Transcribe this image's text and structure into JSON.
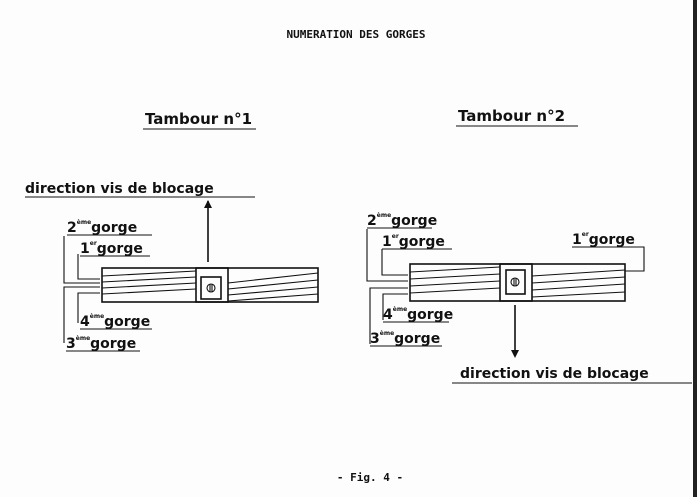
{
  "title": "NUMERATION DES GORGES",
  "figure_caption": "- Fig. 4 -",
  "drum1": {
    "title": "Tambour n°1",
    "direction_label": "direction vis de blocage",
    "grooves": [
      {
        "num": "2",
        "sup": "ème",
        "word": "gorge"
      },
      {
        "num": "1",
        "sup": "er",
        "word": "gorge"
      },
      {
        "num": "4",
        "sup": "ème",
        "word": "gorge"
      },
      {
        "num": "3",
        "sup": "ème",
        "word": "gorge"
      }
    ]
  },
  "drum2": {
    "title": "Tambour n°2",
    "direction_label": "direction vis de blocage",
    "grooves": [
      {
        "num": "2",
        "sup": "ème",
        "word": "gorge"
      },
      {
        "num": "1",
        "sup": "er",
        "word": "gorge"
      },
      {
        "num": "1",
        "sup": "er",
        "word": "gorge"
      },
      {
        "num": "4",
        "sup": "ème",
        "word": "gorge"
      },
      {
        "num": "3",
        "sup": "ème",
        "word": "gorge"
      }
    ]
  }
}
